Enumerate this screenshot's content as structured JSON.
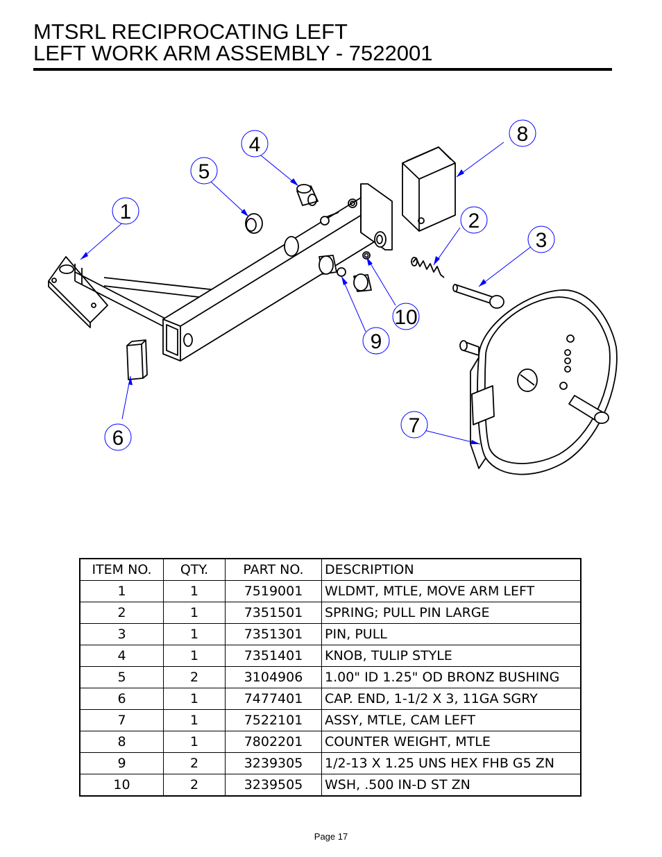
{
  "header": {
    "title_line1": "MTSRL RECIPROCATING LEFT",
    "title_line2": "LEFT WORK ARM ASSEMBLY - 7522001"
  },
  "diagram": {
    "callouts": [
      "1",
      "2",
      "3",
      "4",
      "5",
      "6",
      "7",
      "8",
      "9",
      "10"
    ]
  },
  "table": {
    "headers": [
      "ITEM NO.",
      "QTY.",
      "PART NO.",
      "DESCRIPTION"
    ],
    "rows": [
      {
        "item": "1",
        "qty": "1",
        "part": "7519001",
        "desc": "WLDMT, MTLE, MOVE ARM LEFT"
      },
      {
        "item": "2",
        "qty": "1",
        "part": "7351501",
        "desc": "SPRING; PULL PIN LARGE"
      },
      {
        "item": "3",
        "qty": "1",
        "part": "7351301",
        "desc": "PIN, PULL"
      },
      {
        "item": "4",
        "qty": "1",
        "part": "7351401",
        "desc": "KNOB, TULIP STYLE"
      },
      {
        "item": "5",
        "qty": "2",
        "part": "3104906",
        "desc": "1.00\" ID 1.25\" OD BRONZ BUSHING"
      },
      {
        "item": "6",
        "qty": "1",
        "part": "7477401",
        "desc": "CAP. END, 1-1/2 X 3, 11GA SGRY"
      },
      {
        "item": "7",
        "qty": "1",
        "part": "7522101",
        "desc": "ASSY, MTLE, CAM LEFT"
      },
      {
        "item": "8",
        "qty": "1",
        "part": "7802201",
        "desc": "COUNTER WEIGHT, MTLE"
      },
      {
        "item": "9",
        "qty": "2",
        "part": "3239305",
        "desc": "1/2-13 X 1.25 UNS HEX FHB G5 ZN"
      },
      {
        "item": "10",
        "qty": "2",
        "part": "3239505",
        "desc": "WSH,  .500 IN-D ST ZN"
      }
    ]
  },
  "footer": {
    "page": "Page 17"
  }
}
